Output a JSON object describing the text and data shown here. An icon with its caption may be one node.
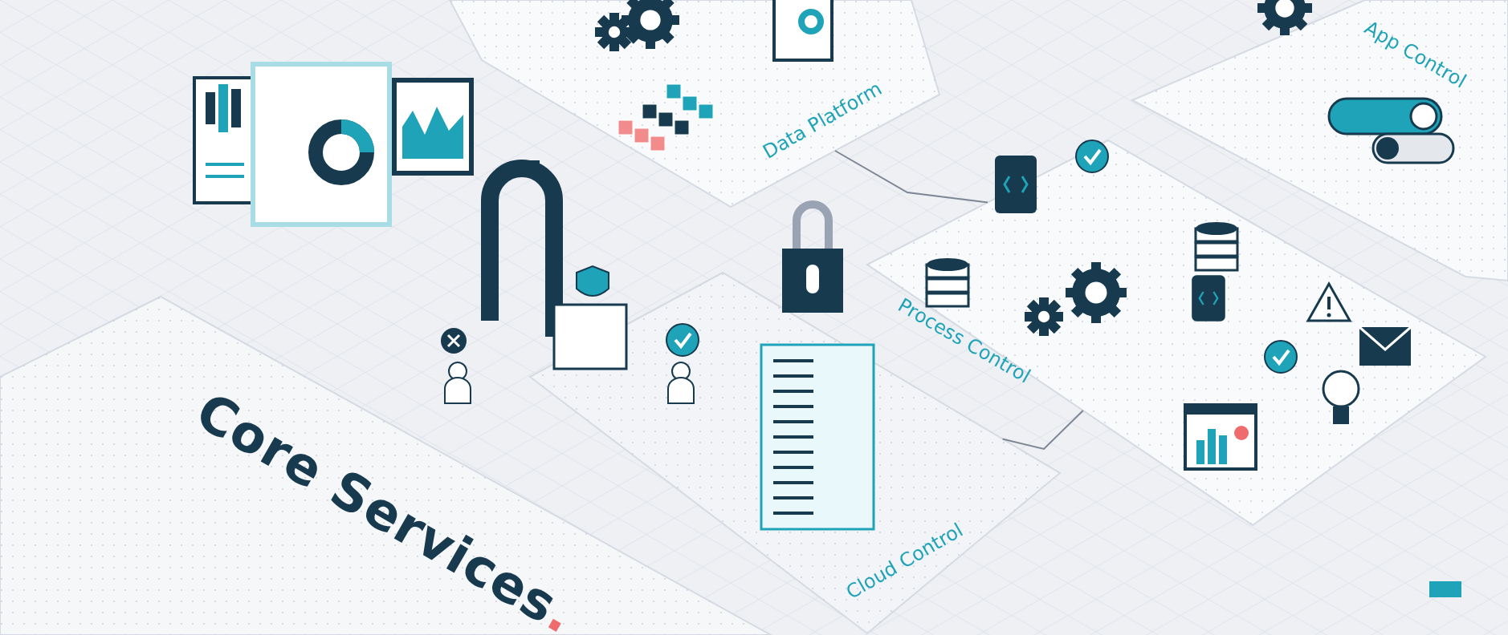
{
  "diagram": {
    "nodes": [
      {
        "text": [
          "Core Services."
        ]
      },
      {
        "text": [
          "Data Platform"
        ]
      },
      {
        "text": [
          "App Control"
        ]
      },
      {
        "text": [
          "Process Control"
        ]
      },
      {
        "text": [
          "Cloud Control"
        ]
      }
    ],
    "edges": [
      {
        "from": 1,
        "to": 3,
        "arrow": "none"
      },
      {
        "from": 4,
        "to": 3,
        "arrow": "none"
      }
    ]
  }
}
